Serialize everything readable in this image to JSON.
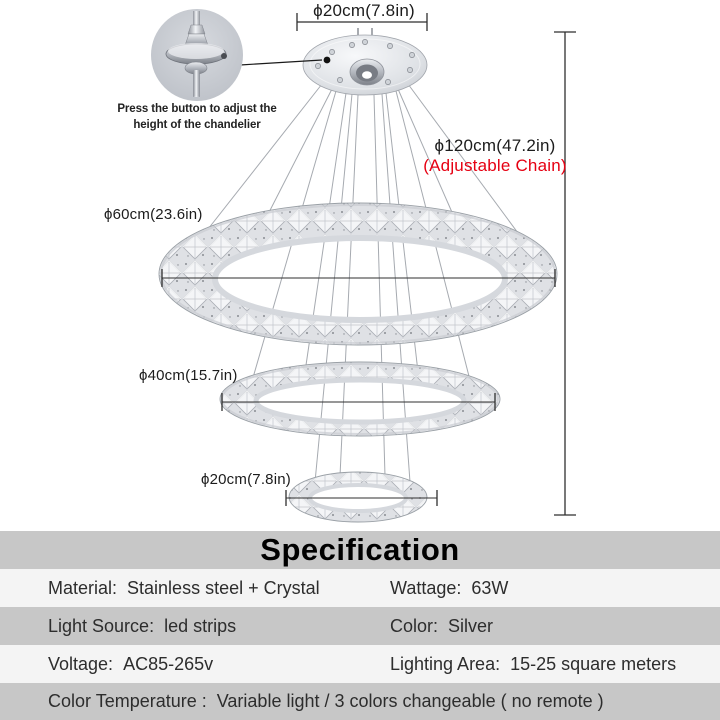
{
  "diagram": {
    "callout_note": {
      "line1": "Press the button to adjust the",
      "line2": "height of the chandelier"
    },
    "labels": {
      "canopy_diameter": "ϕ20cm(7.8in)",
      "chain_length": "ϕ120cm(47.2in)",
      "chain_note": "(Adjustable Chain)",
      "ring_large_diameter": "ϕ60cm(23.6in)",
      "ring_medium_diameter": "ϕ40cm(15.7in)",
      "ring_small_diameter": "ϕ20cm(7.8in)"
    },
    "colors": {
      "dimension_text": "#1c1c1c",
      "chain_note_red": "#e60012",
      "metal_light": "#f2f4f7",
      "metal_dark": "#8f939b"
    }
  },
  "specification": {
    "title": "Specification",
    "rows": [
      {
        "cells": [
          {
            "label": "Material:",
            "value": "Stainless steel + Crystal"
          },
          {
            "label": "Wattage:",
            "value": "63W"
          }
        ]
      },
      {
        "cells": [
          {
            "label": "Light Source:",
            "value": "led strips"
          },
          {
            "label": "Color:",
            "value": "Silver"
          }
        ]
      },
      {
        "cells": [
          {
            "label": "Voltage:",
            "value": "AC85-265v"
          },
          {
            "label": "Lighting Area:",
            "value": "15-25 square meters"
          }
        ]
      },
      {
        "cells": [
          {
            "label": "Color Temperature :",
            "value": "Variable light  / 3 colors changeable ( no remote )"
          }
        ]
      }
    ],
    "colors": {
      "band_gray": "#c7c7c7",
      "row_light": "#f4f4f4",
      "text": "#2d2d2d"
    }
  }
}
